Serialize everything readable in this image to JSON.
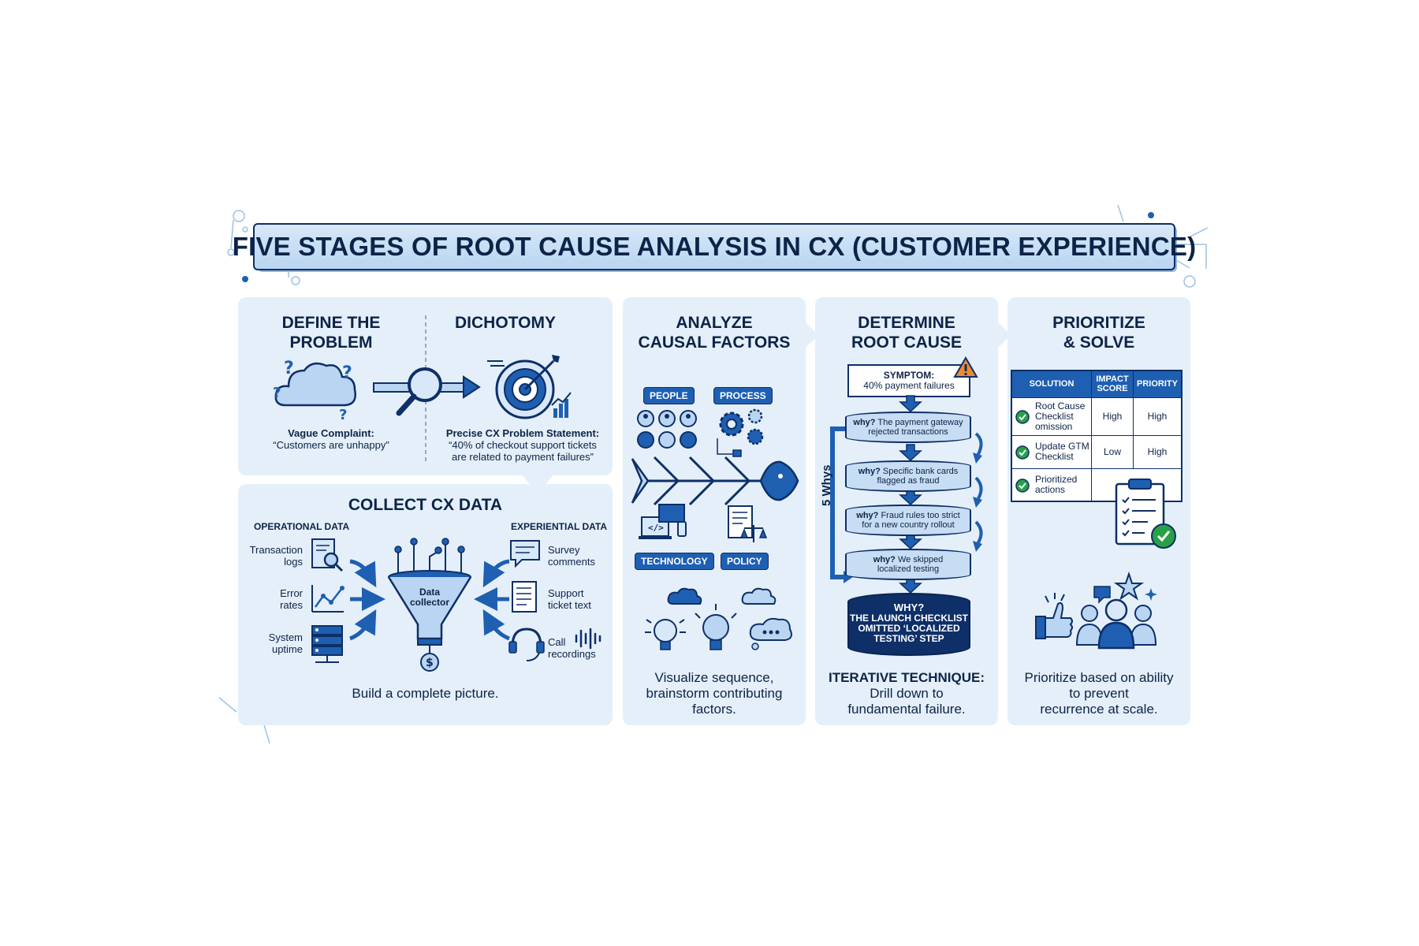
{
  "title": "FIVE STAGES OF ROOT CAUSE ANALYSIS IN CX (CUSTOMER EXPERIENCE)",
  "define": {
    "title_l1": "DEFINE THE",
    "title_l2": "PROBLEM",
    "vague_label": "Vague Complaint:",
    "vague_text": "“Customers are unhappy”"
  },
  "dichotomy": {
    "title": "DICHOTOMY",
    "precise_label": "Precise CX Problem Statement:",
    "precise_l1": "“40% of checkout support tickets",
    "precise_l2": "are related to payment failures”"
  },
  "collect": {
    "title": "COLLECT CX DATA",
    "operational_label": "OPERATIONAL DATA",
    "experiential_label": "EXPERIENTIAL DATA",
    "left_items": [
      {
        "l1": "Transaction",
        "l2": "logs"
      },
      {
        "l1": "Error",
        "l2": "rates"
      },
      {
        "l1": "System",
        "l2": "uptime"
      }
    ],
    "right_items": [
      {
        "l1": "Survey",
        "l2": "comments"
      },
      {
        "l1": "Support",
        "l2": "ticket text"
      },
      {
        "l1": "Call",
        "l2": "recordings"
      }
    ],
    "collector_l1": "Data",
    "collector_l2": "collector",
    "caption": "Build a complete picture."
  },
  "analyze": {
    "title_l1": "ANALYZE",
    "title_l2": "CAUSAL FACTORS",
    "tags": [
      "PEOPLE",
      "PROCESS",
      "TECHNOLOGY",
      "POLICY"
    ],
    "caption_l1": "Visualize sequence,",
    "caption_l2": "brainstorm contributing",
    "caption_l3": "factors."
  },
  "determine": {
    "title_l1": "DETERMINE",
    "title_l2": "ROOT CAUSE",
    "symptom_label": "SYMPTOM:",
    "symptom_text": "40% payment failures",
    "side_label": "5 Whys",
    "whys": [
      {
        "q": "why?",
        "l1": " The payment gateway",
        "l2": "rejected transactions"
      },
      {
        "q": "why?",
        "l1": " Specific bank cards",
        "l2": "flagged as fraud"
      },
      {
        "q": "why?",
        "l1": " Fraud rules too strict",
        "l2": "for a new country rollout"
      },
      {
        "q": "why?",
        "l1": " We skipped",
        "l2": "localized testing"
      }
    ],
    "root_q": "WHY?",
    "root_l1": "THE LAUNCH CHECKLIST",
    "root_l2": "OMITTED ‘LOCALIZED",
    "root_l3": "TESTING’ STEP",
    "caption_bold": "ITERATIVE TECHNIQUE:",
    "caption_l2": "Drill down to",
    "caption_l3": "fundamental failure."
  },
  "prioritize": {
    "title_l1": "PRIORITIZE",
    "title_l2": "& SOLVE",
    "headers": {
      "solution": "SOLUTION",
      "impact_l1": "IMPACT",
      "impact_l2": "SCORE",
      "priority": "PRIORITY"
    },
    "rows": [
      {
        "sol_l1": "Root Cause",
        "sol_l2": "Checklist",
        "sol_l3": "omission",
        "impact": "High",
        "priority": "High"
      },
      {
        "sol_l1": "Update GTM",
        "sol_l2": "Checklist",
        "sol_l3": "",
        "impact": "Low",
        "priority": "High"
      },
      {
        "sol_l1": "Prioritized",
        "sol_l2": "actions",
        "sol_l3": "",
        "impact": "",
        "priority": ""
      }
    ],
    "caption_l1": "Prioritize based on ability",
    "caption_l2": "to prevent",
    "caption_l3": "recurrence at scale."
  },
  "colors": {
    "navy": "#0e2f67",
    "blue": "#1e5fb2",
    "panel": "#e4eff9",
    "light": "#b9d5f1",
    "green": "#27a046",
    "orange": "#f08a2c"
  }
}
